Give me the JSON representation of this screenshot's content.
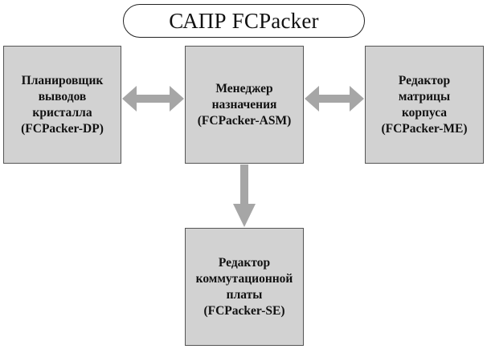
{
  "title": "САПР FCPacker",
  "colors": {
    "box_fill": "#d2d2d2",
    "arrow_fill": "#a6a6a6",
    "border": "#555555"
  },
  "boxes": {
    "dp": {
      "lines": [
        "Планировщик",
        "выводов",
        "кристалла",
        "(FCPacker-DP)"
      ]
    },
    "asm": {
      "lines": [
        "Менеджер",
        "назначения",
        "(FCPacker-ASM)"
      ]
    },
    "me": {
      "lines": [
        "Редактор",
        "матрицы",
        "корпуса",
        "(FCPacker-ME)"
      ]
    },
    "se": {
      "lines": [
        "Редактор",
        "коммутационной",
        "платы",
        "(FCPacker-SE)"
      ]
    }
  },
  "connections": [
    {
      "from": "dp",
      "to": "asm",
      "direction": "both"
    },
    {
      "from": "asm",
      "to": "me",
      "direction": "both"
    },
    {
      "from": "asm",
      "to": "se",
      "direction": "forward"
    }
  ]
}
